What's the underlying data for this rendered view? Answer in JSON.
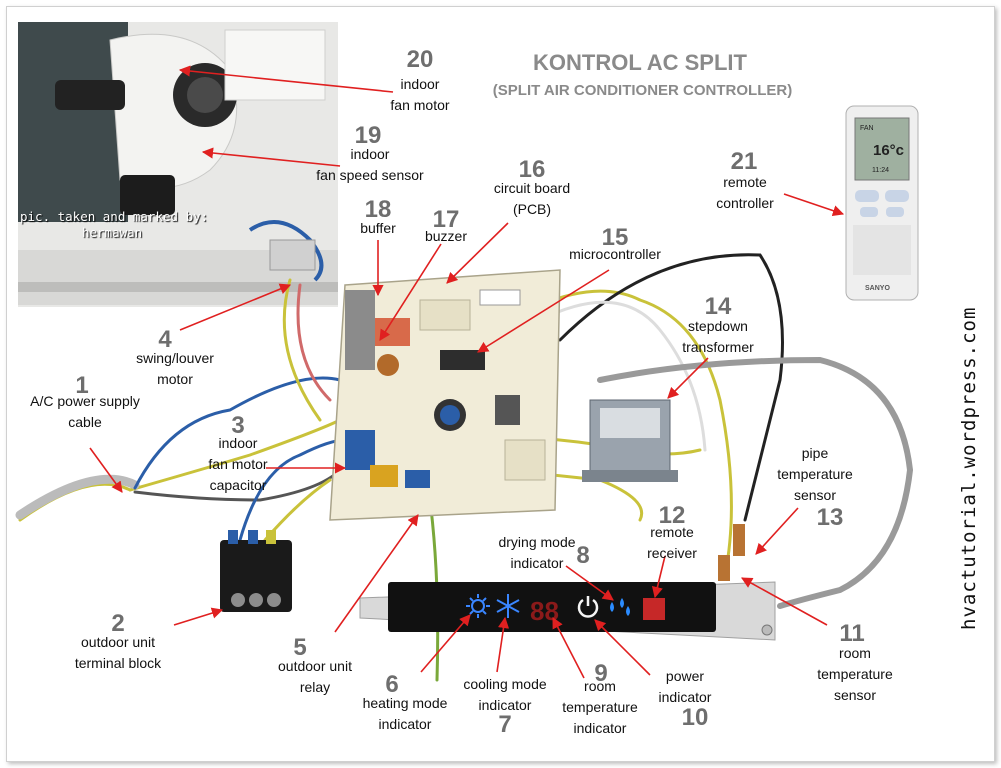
{
  "title": "KONTROL AC SPLIT",
  "subtitle": "(SPLIT AIR CONDITIONER CONTROLLER)",
  "photo_credit": {
    "line1": "pic. taken and marked by:",
    "line2": "hermawan"
  },
  "watermark": "hvactutorial.wordpress.com",
  "remote_display": {
    "mode": "FAN",
    "temperature": "16°c",
    "clock": "11:24",
    "brand": "SANYO"
  },
  "panel_display": {
    "digits": "88"
  },
  "colors": {
    "arrow": "#e02020",
    "number": "#6e6e6e",
    "title": "#8a8a8a",
    "wire_blue": "#2b5ea8",
    "wire_yellow": "#c9c23a",
    "wire_grey": "#9a9a9a"
  },
  "callouts": [
    {
      "id": "1",
      "number": "1",
      "label": "A/C power supply\ncable"
    },
    {
      "id": "2",
      "number": "2",
      "label": "outdoor unit\nterminal block"
    },
    {
      "id": "3",
      "number": "3",
      "label": "indoor\nfan motor\ncapacitor"
    },
    {
      "id": "4",
      "number": "4",
      "label": "swing/louver\nmotor"
    },
    {
      "id": "5",
      "number": "5",
      "label": "outdoor unit\nrelay"
    },
    {
      "id": "6",
      "number": "6",
      "label": "heating mode\nindicator"
    },
    {
      "id": "7",
      "number": "7",
      "label": "cooling mode\nindicator"
    },
    {
      "id": "8",
      "number": "8",
      "label": "drying mode\nindicator"
    },
    {
      "id": "9",
      "number": "9",
      "label": "room\ntemperature\nindicator"
    },
    {
      "id": "10",
      "number": "10",
      "label": "power\nindicator"
    },
    {
      "id": "11",
      "number": "11",
      "label": "room\ntemperature\nsensor"
    },
    {
      "id": "12",
      "number": "12",
      "label": "remote\nreceiver"
    },
    {
      "id": "13",
      "number": "13",
      "label": "pipe\ntemperature\nsensor"
    },
    {
      "id": "14",
      "number": "14",
      "label": "stepdown\ntransformer"
    },
    {
      "id": "15",
      "number": "15",
      "label": "microcontroller"
    },
    {
      "id": "16",
      "number": "16",
      "label": "circuit board\n(PCB)"
    },
    {
      "id": "17",
      "number": "17",
      "label": "buzzer"
    },
    {
      "id": "18",
      "number": "18",
      "label": "buffer"
    },
    {
      "id": "19",
      "number": "19",
      "label": "indoor\nfan speed sensor"
    },
    {
      "id": "20",
      "number": "20",
      "label": "indoor\nfan motor"
    },
    {
      "id": "21",
      "number": "21",
      "label": "remote\ncontroller"
    }
  ]
}
